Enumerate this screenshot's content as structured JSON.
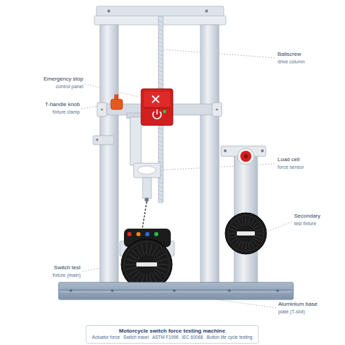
{
  "diagram": {
    "title": "Motorcycle switch force testing machine",
    "labels": [
      "Ballscrew",
      "drive column",
      "Emergency stop",
      "control panel",
      "T-handle knob",
      "fixture clamp",
      "Load cell",
      "force sensor",
      "Secondary",
      "test fixture",
      "Switch test",
      "fixture (main)",
      "Aluminium base",
      "plate (T-slot)",
      "Actuator force",
      "Switch travel",
      "ASTM F1996",
      "IEC 60068",
      "Button life cycle testing"
    ]
  }
}
